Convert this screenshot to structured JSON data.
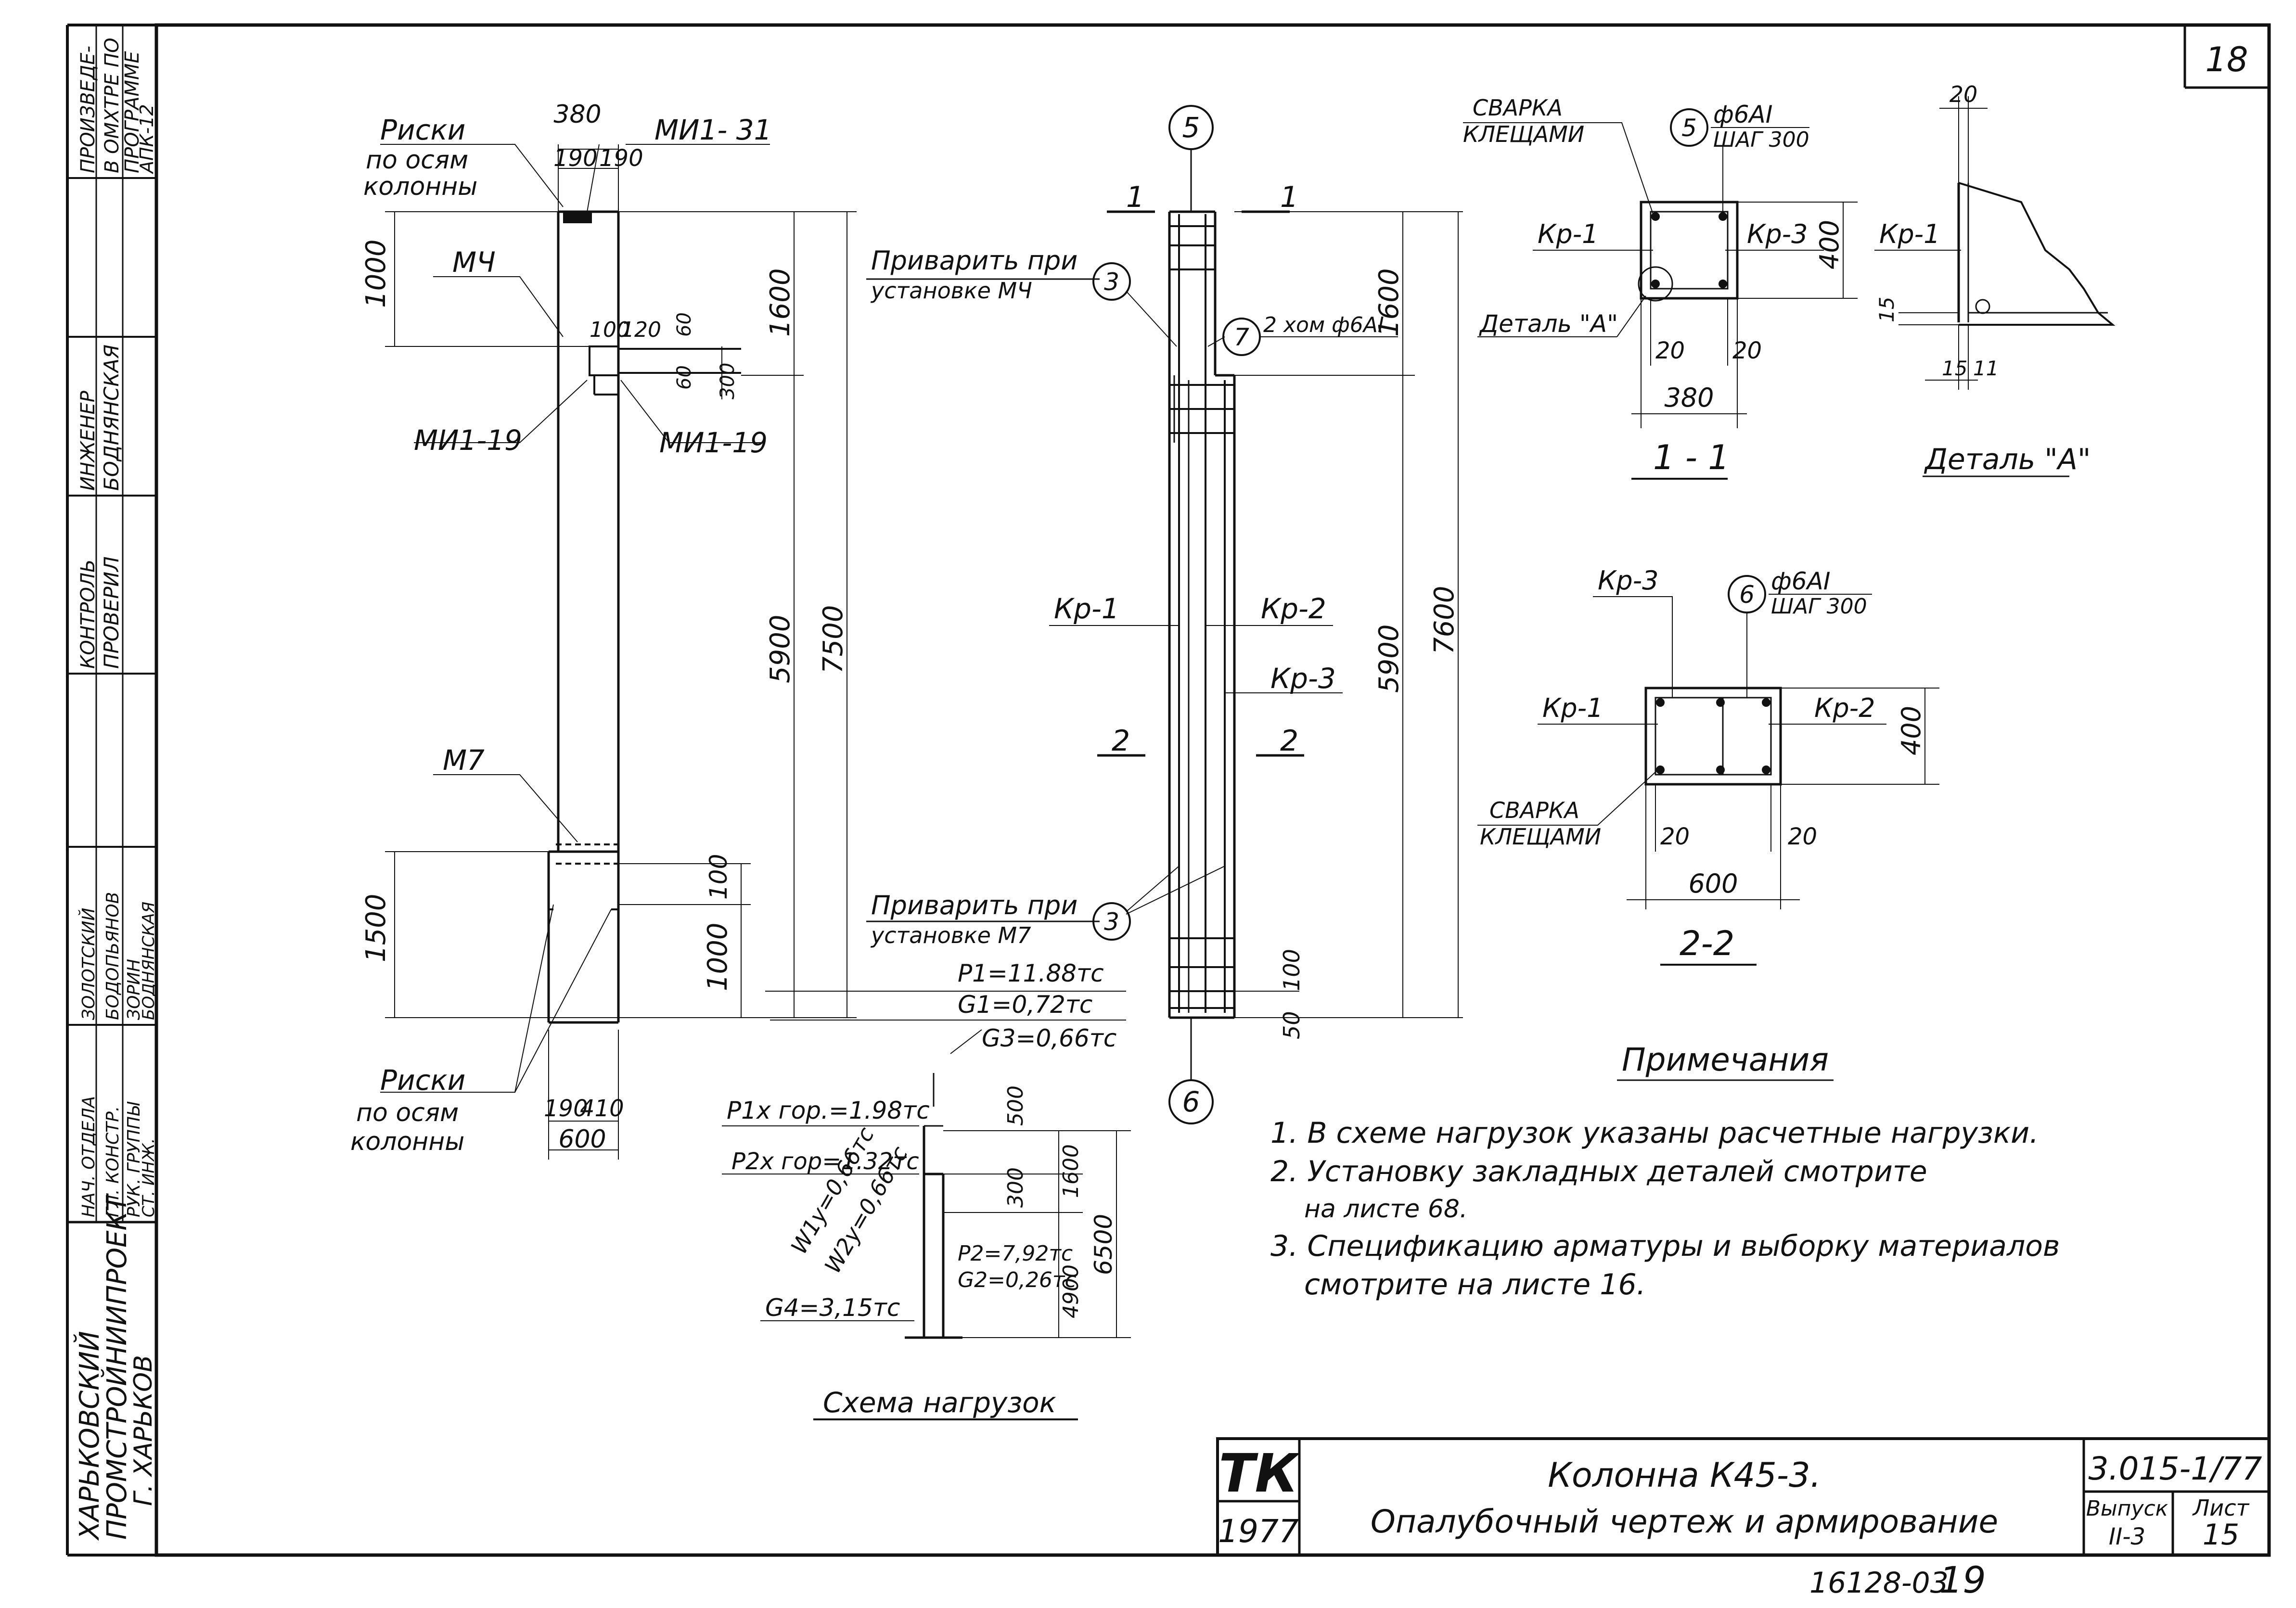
{
  "sheet_number": "18",
  "bottom_stamp": {
    "code": "16128-03",
    "page": "19"
  },
  "stamp": {
    "org": [
      "ХАРЬКОВСКИЙ",
      "ПРОМСТРОЙНИИПРОЕКТ",
      "Г. ХАРЬКОВ"
    ],
    "produced_lines": [
      "ПРОИЗВЕДЕ-",
      "В ОМХТРЕ ПО",
      "ПРОГРАММЕ",
      "АПК-12"
    ],
    "roles": [
      {
        "label": "НАЧ. ОТДЕЛА",
        "name": "ЗОЛОТСКИЙ"
      },
      {
        "label": "ГЛ. КОНСТР.",
        "name": "БОДОПЬЯНОВ"
      },
      {
        "label": "РУК. ГРУППЫ",
        "name": "ЗОРИН"
      },
      {
        "label": "СТ. ИНЖ.",
        "name": "БОДНЯНСКАЯ"
      }
    ],
    "checked": {
      "label": "КОНТРОЛЬ",
      "name": "ПРОВЕРИЛ"
    },
    "engineer": {
      "label": "ИНЖЕНЕР",
      "name": "БОДНЯНСКАЯ"
    }
  },
  "title_block": {
    "logo": "ТК",
    "year": "1977",
    "title_line1": "Колонна К45-3.",
    "title_line2": "Опалубочный чертеж и армирование",
    "series": "3.015-1/77",
    "issue_label": "Выпуск",
    "issue": "II-3",
    "sheet_label": "Лист",
    "sheet": "15"
  },
  "formwork": {
    "risks_top": [
      "Риски",
      "по осям",
      "колонны"
    ],
    "risks_bottom": [
      "Риски",
      "по осям",
      "колонны"
    ],
    "width_top": "380",
    "half_widths": [
      "190",
      "190"
    ],
    "mi_top": "МИ1- 31",
    "mch": "МЧ",
    "mi_left": "МИ1-19",
    "mi_right": "МИ1-19",
    "m7": "М7",
    "dims": {
      "d1000_top": "1000",
      "d1600": "1600",
      "d5900": "5900",
      "d7500": "7500",
      "d1500": "1500",
      "d100": "100",
      "d1000_b": "1000",
      "bracket_a": "100",
      "bracket_b": "120",
      "d60a": "60",
      "d60b": "60",
      "d300": "300",
      "bottom_190": "190",
      "bottom_410": "410",
      "bottom_600": "600"
    }
  },
  "reinforcement": {
    "axis_top": "5",
    "axis_bottom": "6",
    "sec1": "1",
    "sec2": "2",
    "weld_top": [
      "Приварить при",
      "установке МЧ"
    ],
    "weld_bottom": [
      "Приварить при",
      "установке М7"
    ],
    "mark3": "3",
    "mark7": "7",
    "mark7_text": "2 хом ф6АI",
    "kr1": "Кр-1",
    "kr2": "Кр-2",
    "kr3": "Кр-3",
    "dims": {
      "d1600": "1600",
      "d5900": "5900",
      "d7600": "7600",
      "d100": "100",
      "d50": "50"
    }
  },
  "section_11": {
    "title": "1 - 1",
    "weld": [
      "СВАРКА",
      "КЛЕЩАМИ"
    ],
    "mark": "5",
    "rebar": [
      "ф6АI",
      "ШАГ 300"
    ],
    "kr1": "Кр-1",
    "kr3": "Кр-3",
    "detail_ref": "Деталь \"А\"",
    "dims": {
      "h": "400",
      "c1": "20",
      "c2": "20",
      "w": "380"
    }
  },
  "section_22": {
    "title": "2-2",
    "weld": [
      "СВАРКА",
      "КЛЕЩАМИ"
    ],
    "mark": "6",
    "rebar": [
      "ф6АI",
      "ШАГ 300"
    ],
    "kr1": "Кр-1",
    "kr2": "Кр-2",
    "kr3": "Кр-3",
    "dims": {
      "h": "400",
      "c1": "20",
      "c2": "20",
      "w": "600"
    }
  },
  "detail_a": {
    "title": "Деталь \"А\"",
    "kr1": "Кр-1",
    "dims": {
      "top": "20",
      "side": "15",
      "bottom": "15",
      "inner": "11"
    }
  },
  "load_scheme": {
    "title": "Схема нагрузок",
    "p1": "P1=11.88тс",
    "g1": "G1=0,72тс",
    "g3": "G3=0,66тс",
    "p1x": "P1x гор.=1.98тс",
    "p2x": "P2x гор=1.32тс",
    "w1": "W1y=0,66тс",
    "w2": "W2y=0,66тс",
    "p2": "P2=7,92тс",
    "g2": "G2=0,26тс",
    "g4": "G4=3,15тс",
    "dims": {
      "d500": "500",
      "d300": "300",
      "d1600": "1600",
      "d4900": "4900",
      "d6500": "6500"
    }
  },
  "notes": {
    "title": "Примечания",
    "items": [
      "1. В схеме нагрузок указаны расчетные нагрузки.",
      "2. Установку закладных деталей смотрите",
      "на листе 68.",
      "3. Спецификацию арматуры и выборку материалов",
      "смотрите на листе 16."
    ]
  }
}
